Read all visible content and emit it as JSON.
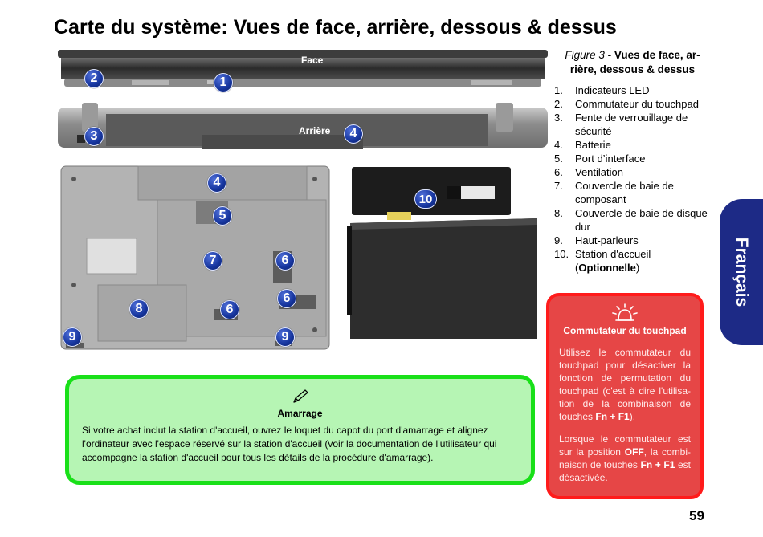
{
  "page": {
    "title": "Carte du système: Vues de face, arrière, dessous & dessus",
    "number": "59",
    "language_tab": "Français"
  },
  "figure": {
    "labels": {
      "front": "Face",
      "rear": "Arrière"
    },
    "callouts": {
      "front": [
        "2",
        "1"
      ],
      "rear": [
        "3",
        "4"
      ],
      "bottom": [
        "4",
        "5",
        "7",
        "6",
        "6",
        "8",
        "6",
        "9",
        "9"
      ],
      "dock": [
        "10"
      ]
    },
    "caption_number": "Figure 3",
    "caption_text": " - Vues de face, ar-rière, dessous & dessus",
    "items": [
      {
        "n": "1.",
        "t": "Indicateurs LED"
      },
      {
        "n": "2.",
        "t": "Commutateur du touchpad"
      },
      {
        "n": "3.",
        "t": "Fente de verrouillage de sécurité"
      },
      {
        "n": "4.",
        "t": "Batterie"
      },
      {
        "n": "5.",
        "t": "Port d’interface"
      },
      {
        "n": "6.",
        "t": "Ventilation"
      },
      {
        "n": "7.",
        "t": "Couvercle de baie de composant"
      },
      {
        "n": "8.",
        "t": "Couvercle de baie de disque dur"
      },
      {
        "n": "9.",
        "t": "Haut-parleurs"
      },
      {
        "n": "10.",
        "t": "Station d'accueil"
      }
    ],
    "item_10_suffix_open": "(",
    "item_10_bold": "Optionnelle",
    "item_10_suffix_close": ")"
  },
  "warning": {
    "title": "Commutateur du touchpad",
    "p1_start": "Utilisez le commutateur du touchpad pour désactiver la fonction de permutation du touchpad (c'est à dire l'utilisa-tion de la combinaison de touches ",
    "p1_keys": "Fn + F1",
    "p1_end": ").",
    "p2_start": "Lorsque le commutateur est sur la position ",
    "p2_off": "OFF",
    "p2_mid": ", la combi-naison de touches ",
    "p2_keys": "Fn + F1",
    "p2_end": " est désactivée."
  },
  "note": {
    "title": "Amarrage",
    "text": "Si votre achat inclut la station d'accueil, ouvrez le loquet du capot du port d'amarrage et alignez l'ordinateur avec l'espace réservé sur la station d'accueil (voir la documentation de l’utilisateur qui accompagne la station d'accueil pour tous les détails de la procédure d'amarrage)."
  },
  "colors": {
    "callout": "#16359e",
    "tab": "#1d2a86",
    "warning_bg": "#e64646",
    "warning_border": "#ff1b1b",
    "note_bg": "#b6f5b4",
    "note_border": "#19e019"
  }
}
